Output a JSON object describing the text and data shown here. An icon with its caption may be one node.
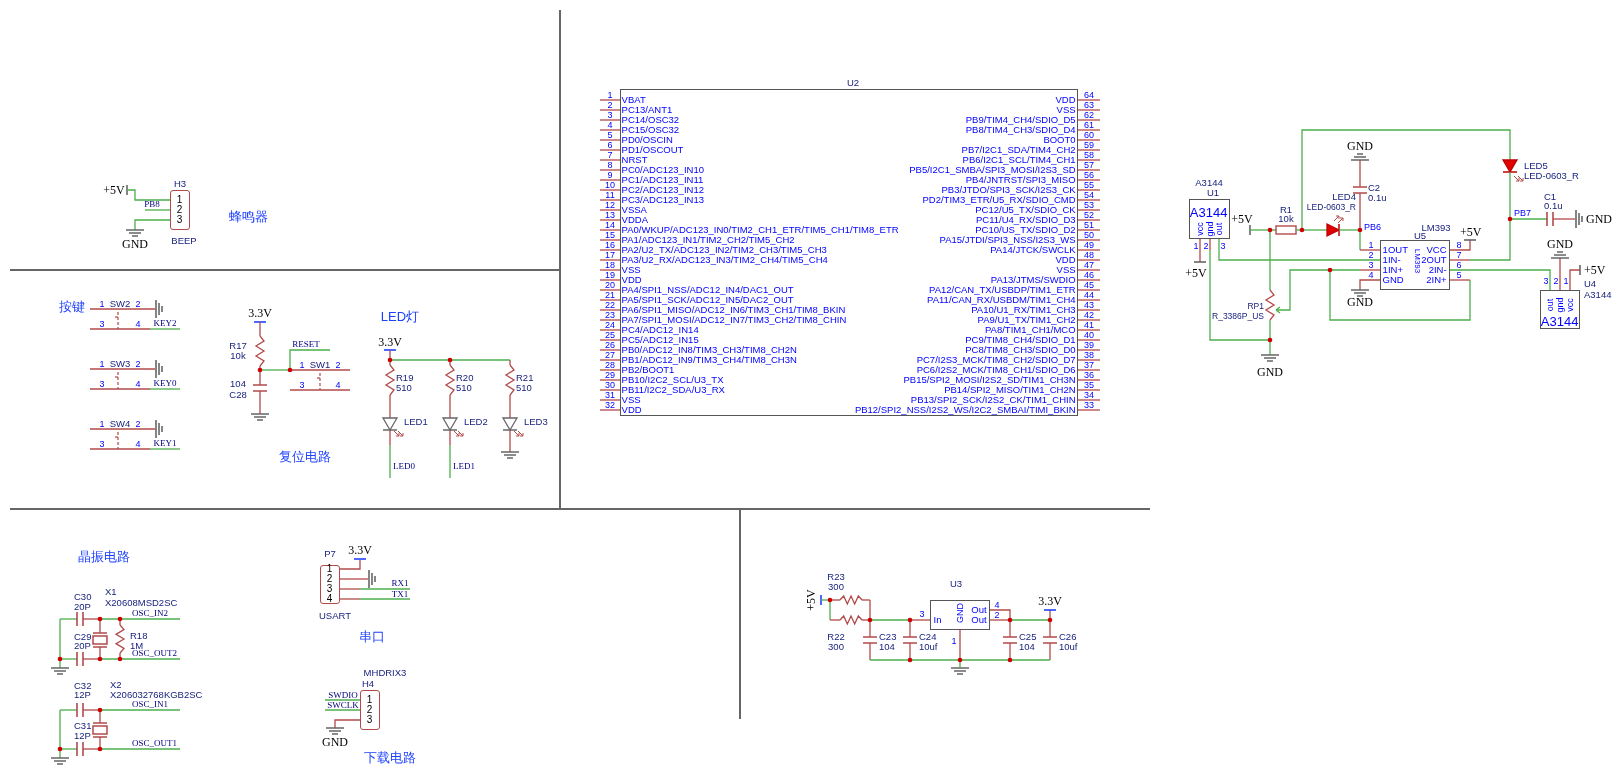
{
  "diagram": {
    "nodes": [
      {
        "text": [
          "1",
          "2",
          "3"
        ],
        "beside": [
          "H3",
          "BEEP"
        ]
      },
      {
        "text": [
          "VBAT",
          "PC13/ANT1",
          "PC14/OSC32",
          "PC15/OSC32",
          "PD0/OSCIN",
          "PD1/OSCOUT",
          "NRST",
          "PC0/ADC123_IN10",
          "PC1/ADC123_IN11",
          "PC2/ADC123_IN12",
          "PC3/ADC123_IN13",
          "VSSA",
          "VDDA",
          "PA0/WKUP/ADC123_IN0/TIM2_CH1_ETR/TIM5_CH1/TIM8_ETR",
          "PA1/ADC123_IN1/TIM2_CH2/TIM5_CH2",
          "PA2/U2_TX/ADC123_IN2/TIM2_CH3/TIM5_CH3",
          "PA3/U2_RX/ADC123_IN3/TIM2_CH4/TIM5_CH4",
          "VSS",
          "VDD",
          "PA4/SPI1_NSS/ADC12_IN4/DAC1_OUT",
          "PA5/SPI1_SCK/ADC12_IN5/DAC2_OUT",
          "PA6/SPI1_MISO/ADC12_IN6/TIM3_CH1/TIM8_BKIN",
          "PA7/SPI1_MOSI/ADC12_IN7/TIM3_CH2/TIM8_CHIN",
          "PC4/ADC12_IN14",
          "PC5/ADC12_IN15",
          "PB0/ADC12_IN8/TIM3_CH3/TIM8_CH2N",
          "PB1/ADC12_IN9/TIM3_CH4/TIM8_CH3N",
          "PB2/BOOT1",
          "PB10/I2C2_SCL/U3_TX",
          "PB11/I2C2_SDA/U3_RX",
          "VSS",
          "VDD",
          "VDD",
          "VSS",
          "PB9/TIM4_CH4/SDIO_D5",
          "PB8/TIM4_CH3/SDIO_D4",
          "BOOT0",
          "PB7/I2C1_SDA/TIM4_CH2",
          "PB6/I2C1_SCL/TIM4_CH1",
          "PB5/I2C1_SMBA/SPI3_MOSI/I2S3_SD",
          "PB4/JNTRST/SPI3_MISO",
          "PB3/JTDO/SPI3_SCK/I2S3_CK",
          "PD2/TIM3_ETR/U5_RX/SDIO_CMD",
          "PC12/U5_TX/SDIO_CK",
          "PC11/U4_RX/SDIO_D3",
          "PC10/US_TX/SDIO_D2",
          "PA15/JTDI/SPI3_NSS/I2S3_WS",
          "PA14/JTCK/SWCLK",
          "VDD",
          "VSS",
          "PA13/JTMS/SWDIO",
          "PA12/CAN_TX/USBDP/TIM1_ETR",
          "PA11/CAN_RX/USBDM/TIM1_CH4",
          "PA10/U1_RX/TIM1_CH3",
          "PA9/U1_TX/TIM1_CH2",
          "PA8/TIM1_CH1/MCO",
          "PC9/TIM8_CH4/SDIO_D1",
          "PC8/TIM8_CH3/SDIO_D0",
          "PC7/I2S3_MCK/TIM8_CH2/SDIO_D7",
          "PC6/I2S2_MCK/TIM8_CH1/SDIO_D6",
          "PB15/SPI2_MOSI/I2S2_SD/TIM1_CH3N",
          "PB14/SPI2_MISO/TIM1_CH2N",
          "PB13/SPI2_SCK/I2S2_CK/TIM1_CHIN",
          "PB12/SPI2_NSS/I2S2_WS/I2C2_SMBAI/TIMI_BKIN"
        ],
        "beside": [
          "U2",
          "1",
          "2",
          "3",
          "4",
          "5",
          "6",
          "7",
          "8",
          "9",
          "10",
          "11",
          "12",
          "13",
          "14",
          "15",
          "16",
          "17",
          "18",
          "19",
          "20",
          "21",
          "22",
          "23",
          "24",
          "25",
          "26",
          "27",
          "28",
          "29",
          "30",
          "31",
          "32",
          "64",
          "63",
          "62",
          "61",
          "60",
          "59",
          "58",
          "57",
          "56",
          "55",
          "54",
          "53",
          "52",
          "51",
          "50",
          "49",
          "48",
          "47",
          "46",
          "45",
          "44",
          "43",
          "42",
          "41",
          "40",
          "39",
          "38",
          "37",
          "36",
          "35",
          "34",
          "33"
        ]
      },
      {
        "text": [
          "A3144",
          "vcc",
          "gnd",
          "out"
        ],
        "beside": [
          "A3144",
          "U1",
          "1",
          "2",
          "3"
        ]
      },
      {
        "text": [
          "1OUT",
          "1IN-",
          "1IN+",
          "GND",
          "VCC",
          "2OUT",
          "2IN-",
          "2IN+",
          "LM393"
        ],
        "beside": [
          "LM393",
          "U5",
          "1",
          "2",
          "3",
          "4",
          "8",
          "7",
          "6",
          "5"
        ]
      },
      {
        "text": [
          "out",
          "gnd",
          "vcc",
          "A3144"
        ],
        "beside": [
          "3",
          "2",
          "1",
          "U4",
          "A3144"
        ]
      },
      {
        "text": [
          "1",
          "2",
          "3",
          "4"
        ],
        "beside": [
          "P7",
          "USART"
        ]
      },
      {
        "text": [
          "1",
          "2",
          "3"
        ],
        "beside": [
          "MHDRIX3",
          "H4"
        ]
      },
      {
        "text": [
          "In",
          "GND",
          "Out",
          "Out"
        ],
        "beside": [
          "U3",
          "3",
          "1",
          "4",
          "2"
        ]
      }
    ],
    "edges": [
      {
        "from": 2,
        "to": 3,
        "arrow": "none"
      },
      {
        "from": 4,
        "to": 3,
        "arrow": "none"
      }
    ],
    "labels": [
      "+5V",
      "PB8",
      "GND",
      "蜂鸣器",
      "按键",
      "1",
      "SW2",
      "2",
      "3",
      "4",
      "KEY2",
      "1",
      "SW3",
      "2",
      "3",
      "4",
      "KEY0",
      "1",
      "SW4",
      "2",
      "3",
      "4",
      "KEY1",
      "3.3V",
      "R17",
      "10k",
      "RESET",
      "1",
      "SW1",
      "2",
      "104",
      "3",
      "4",
      "C28",
      "复位电路",
      "LED灯",
      "3.3V",
      "R19",
      "510",
      "R20",
      "510",
      "R21",
      "510",
      "LED1",
      "LED2",
      "LED3",
      "LED0",
      "LED1",
      "GND",
      "LED5",
      "LED-0603_R",
      "C2",
      "LED4",
      "0.1u",
      "C1",
      "R1",
      "LED-0603_R",
      "0.1u",
      "+5V",
      "10k",
      "PB7",
      "GND",
      "PB6",
      "+5V",
      "GND",
      "+5V",
      "+5V",
      "GND",
      "RP1",
      "R_3386P_US",
      "GND",
      "晶振电路",
      "C30",
      "20P",
      "X1",
      "X20608MSD2SC",
      "OSC_IN2",
      "C29",
      "20P",
      "R18",
      "1M",
      "OSC_OUT2",
      "C32",
      "12P",
      "X2",
      "X206032768KGB2SC",
      "OSC_IN1",
      "C31",
      "12P",
      "OSC_OUT1",
      "3.3V",
      "RX1",
      "TX1",
      "串口",
      "SWDIO",
      "SWCLK",
      "GND",
      "下载电路",
      "R23",
      "300",
      "+5V",
      "R22",
      "300",
      "C23",
      "104",
      "C24",
      "10uf",
      "C25",
      "104",
      "C26",
      "10uf",
      "3.3V"
    ]
  }
}
